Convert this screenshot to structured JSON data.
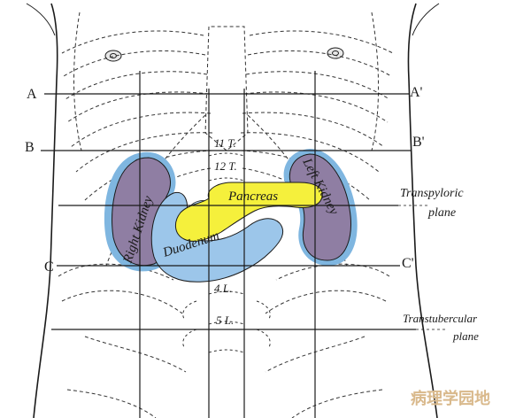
{
  "plane_labels": {
    "a_left": "A",
    "a_right": "A'",
    "b_left": "B",
    "b_right": "B'",
    "c_left": "C",
    "c_right": "C'"
  },
  "vertebra_labels": {
    "t11": "11 T.",
    "t12": "12 T.",
    "l4": "4 L.",
    "l5": "5 L."
  },
  "organ_labels": {
    "pancreas": "Pancreas",
    "duodenum": "Duodenum",
    "right_kidney": "Right Kidney",
    "left_kidney": "Left Kidney"
  },
  "plane_names": {
    "transpyloric_line1": "Transpyloric",
    "transpyloric_line2": "plane",
    "transtubercular_line1": "Transtubercular",
    "transtubercular_line2": "plane"
  },
  "watermark": "病理学园地",
  "colors": {
    "kidney_fill": "#8f7ea3",
    "kidney_halo": "#7fb6e0",
    "duodenum_fill": "#9cc6ea",
    "pancreas_fill": "#f5f03c",
    "line": "#1a1a1a"
  }
}
